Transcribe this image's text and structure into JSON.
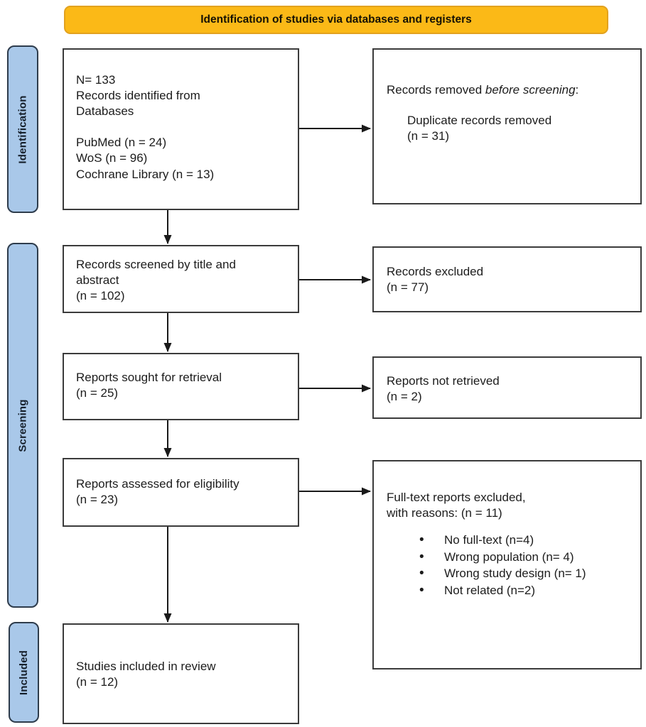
{
  "header": {
    "title": "Identification of studies via databases and registers"
  },
  "colors": {
    "header_fill": "#FBB917",
    "header_border": "#E2A21F",
    "stage_fill": "#A9C8E9",
    "stage_border": "#2E3C4C",
    "box_border": "#3B3B3B",
    "arrow": "#1A1A1A"
  },
  "stages": {
    "identification": "Identification",
    "screening": "Screening",
    "included": "Included"
  },
  "boxes": {
    "identified": {
      "text": "N= 133\nRecords identified from\nDatabases\n\nPubMed (n = 24)\nWoS (n = 96)\nCochrane Library (n = 13)"
    },
    "removed": {
      "prefix": "Records removed ",
      "italic": "before screening",
      "suffix": ":",
      "detail": "Duplicate records removed\n(n = 31)"
    },
    "screened": {
      "text": "Records screened by title and\nabstract\n(n = 102)"
    },
    "excluded": {
      "text": "Records excluded\n(n = 77)"
    },
    "sought": {
      "text": "Reports sought for retrieval\n(n = 25)"
    },
    "not_retrieved": {
      "text": "Reports not retrieved\n(n = 2)"
    },
    "assessed": {
      "text": "Reports assessed for eligibility\n(n = 23)"
    },
    "fulltext_excluded": {
      "heading": "Full-text reports excluded,\nwith reasons: (n = 11)",
      "reasons": [
        "No full-text (n=4)",
        "Wrong population (n= 4)",
        "Wrong study design (n= 1)",
        "Not related (n=2)"
      ]
    },
    "included_studies": {
      "text": "Studies included in review\n(n = 12)"
    }
  }
}
